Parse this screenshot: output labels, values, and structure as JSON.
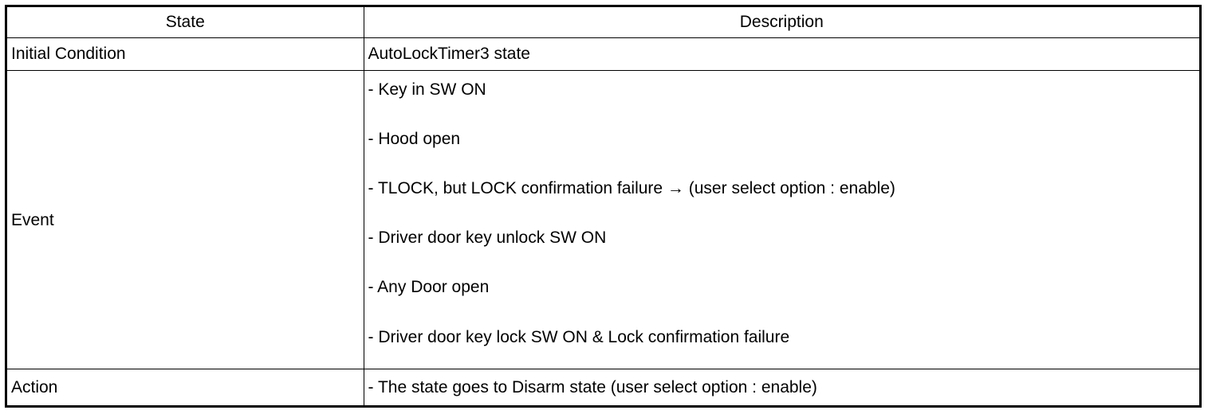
{
  "table": {
    "headers": [
      "State",
      "Description"
    ],
    "rows": {
      "initial": {
        "state": "Initial Condition",
        "description": "AutoLockTimer3 state"
      },
      "event": {
        "state": "Event",
        "items": [
          "- Key in SW ON",
          "- Hood open",
          "- TLOCK, but LOCK confirmation failure → (user select option : enable)",
          "- Driver door key unlock SW ON",
          "- Any Door open",
          "- Driver door key lock SW ON & Lock confirmation failure"
        ]
      },
      "action": {
        "state": "Action",
        "description": "- The state goes to Disarm state (user select option : enable)"
      }
    }
  }
}
